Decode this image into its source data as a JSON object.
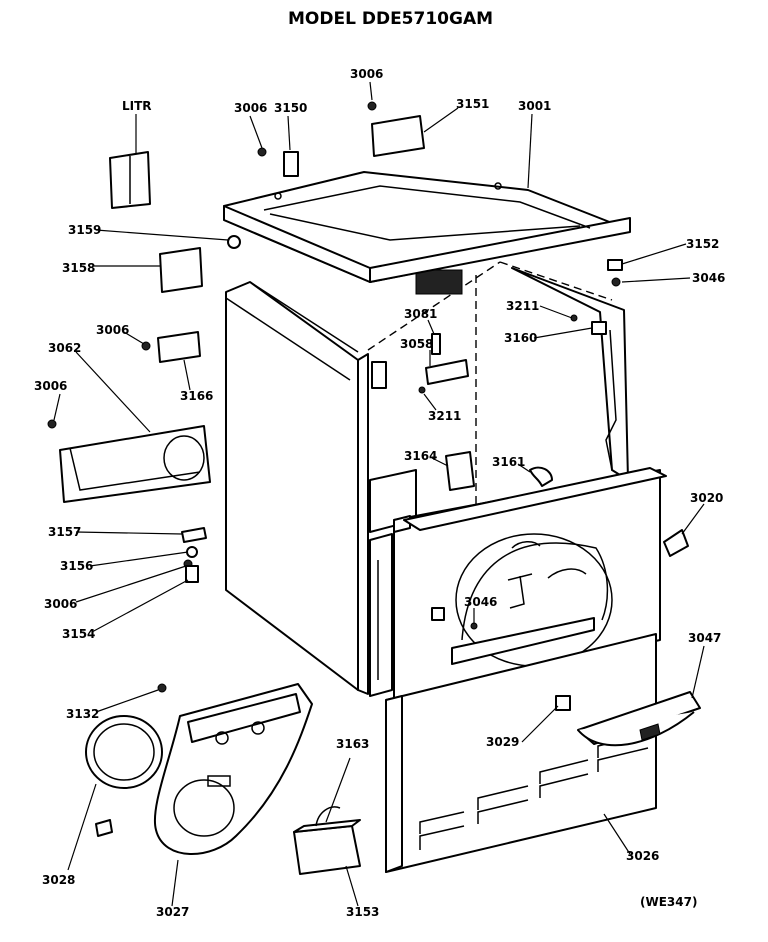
{
  "header": {
    "title": "MODEL DDE5710GAM"
  },
  "footer": {
    "code": "(WE347)"
  },
  "callouts": {
    "litr": "LITR",
    "p3006_top": "3006",
    "p3006_a": "3006",
    "p3150": "3150",
    "p3151": "3151",
    "p3001": "3001",
    "p3159": "3159",
    "p3158": "3158",
    "p3152": "3152",
    "p3046_right": "3046",
    "p3006_b": "3006",
    "p3062": "3062",
    "p3166": "3166",
    "p3081": "3081",
    "p3211_a": "3211",
    "p3160": "3160",
    "p3058": "3058",
    "p3211_b": "3211",
    "p3006_c": "3006",
    "p3164": "3164",
    "p3161": "3161",
    "p3020": "3020",
    "p3157": "3157",
    "p3156": "3156",
    "p3006_d": "3006",
    "p3046_mid": "3046",
    "p3154": "3154",
    "p3047": "3047",
    "p3132": "3132",
    "p3163": "3163",
    "p3029": "3029",
    "p3028": "3028",
    "p3026": "3026",
    "p3027": "3027",
    "p3153": "3153"
  }
}
